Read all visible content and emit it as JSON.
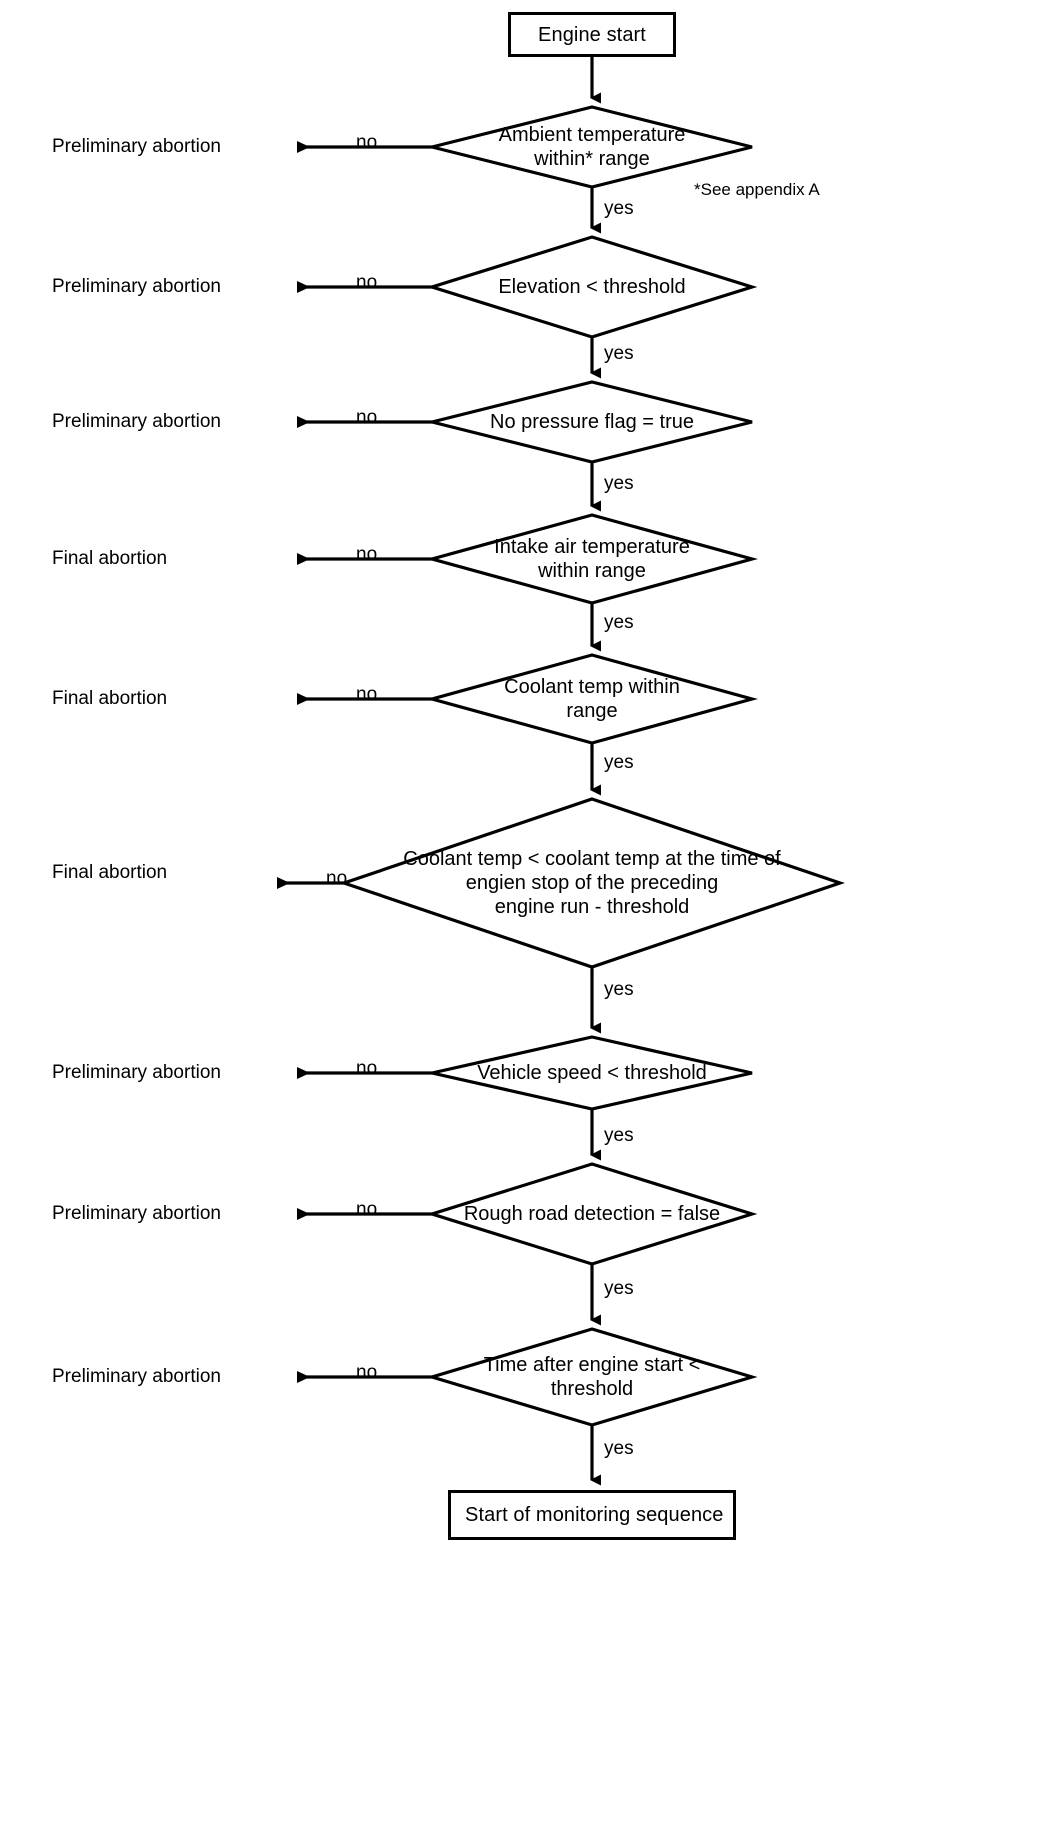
{
  "diagram": {
    "title": "Engine monitoring entry conditions flowchart",
    "type": "flowchart",
    "start_node": {
      "label": "Engine start"
    },
    "end_node": {
      "label": "Start of monitoring sequence"
    },
    "annotation": {
      "text": "*See appendix A"
    },
    "edge_labels": {
      "no": "no",
      "yes": "yes"
    },
    "outcome_labels": {
      "preliminary": "Preliminary abortion",
      "final": "Final abortion"
    },
    "decisions": [
      {
        "id": "ambient-temperature",
        "text": "Ambient temperature\nwithin* range",
        "no_label": "no",
        "yes_label": "yes",
        "no_outcome": "Preliminary abortion"
      },
      {
        "id": "elevation",
        "text": "Elevation < threshold",
        "no_label": "no",
        "yes_label": "yes",
        "no_outcome": "Preliminary abortion"
      },
      {
        "id": "no-pressure-flag",
        "text": "No pressure flag = true",
        "no_label": "no",
        "yes_label": "yes",
        "no_outcome": "Preliminary abortion"
      },
      {
        "id": "intake-air-temperature",
        "text": "Intake air temperature\nwithin range",
        "no_label": "no",
        "yes_label": "yes",
        "no_outcome": "Final abortion"
      },
      {
        "id": "coolant-temp-range",
        "text": "Coolant temp within\nrange",
        "no_label": "no",
        "yes_label": "yes",
        "no_outcome": "Final abortion"
      },
      {
        "id": "coolant-temp-compare",
        "text": "Coolant temp < coolant temp at the time of\nengien stop of the preceding\nengine run - threshold",
        "no_label": "no",
        "yes_label": "yes",
        "no_outcome": "Final abortion"
      },
      {
        "id": "vehicle-speed",
        "text": "Vehicle speed < threshold",
        "no_label": "no",
        "yes_label": "yes",
        "no_outcome": "Preliminary abortion"
      },
      {
        "id": "rough-road-detection",
        "text": "Rough road detection = false",
        "no_label": "no",
        "yes_label": "yes",
        "no_outcome": "Preliminary abortion"
      },
      {
        "id": "time-after-engine-start",
        "text": "Time after engine start <\nthreshold",
        "no_label": "no",
        "yes_label": "yes",
        "no_outcome": "Preliminary abortion"
      }
    ],
    "side_labels": [
      "Preliminary abortion",
      "Preliminary abortion",
      "Preliminary abortion",
      "Final abortion",
      "Final abortion",
      "Final abortion",
      "Preliminary abortion",
      "Preliminary abortion",
      "Preliminary abortion"
    ],
    "colors": {
      "stroke": "#000000",
      "fill": "#ffffff",
      "background": "#ffffff"
    }
  }
}
